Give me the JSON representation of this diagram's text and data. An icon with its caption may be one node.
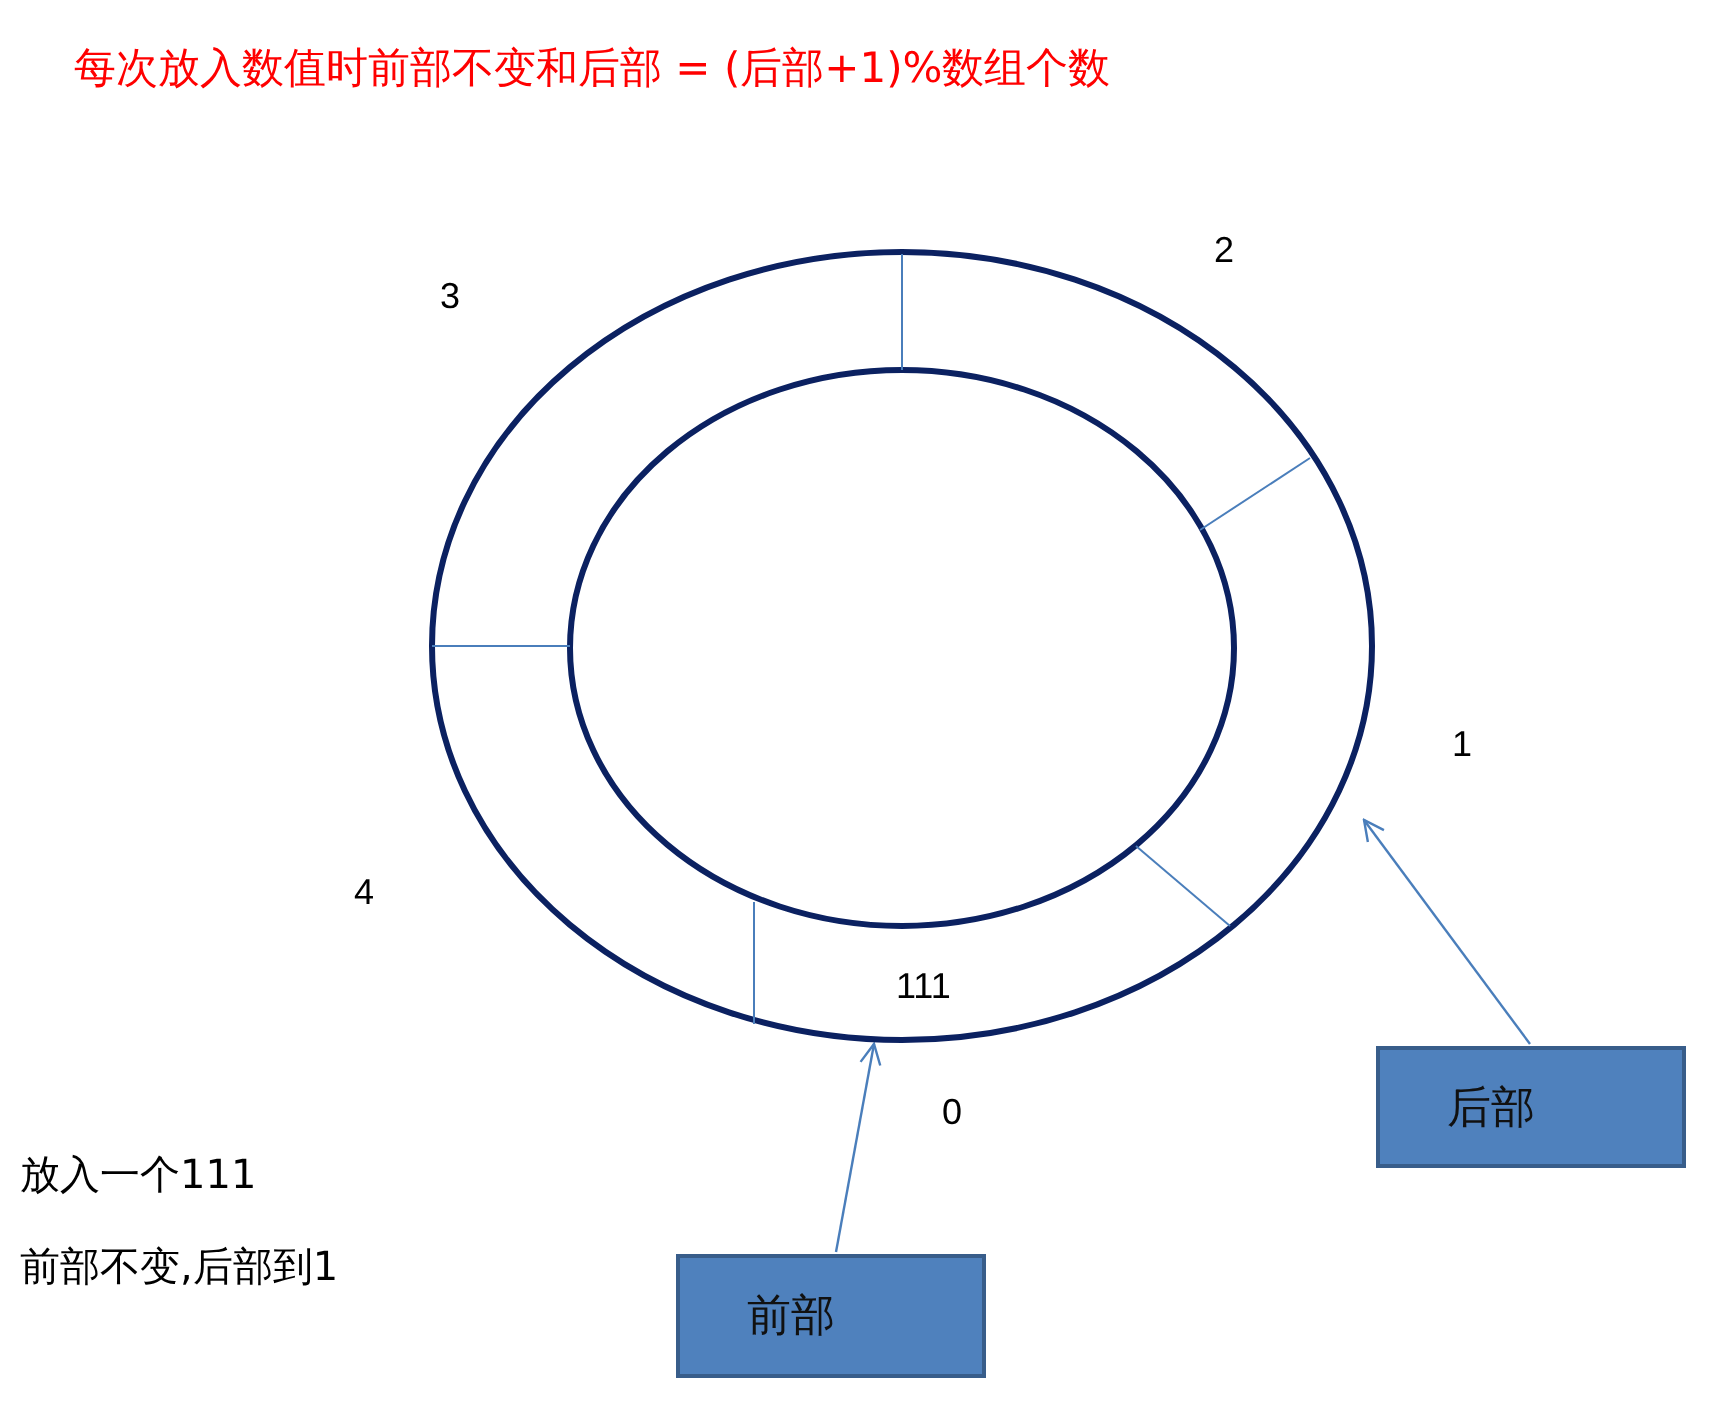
{
  "diagram": {
    "title": "每次放入数值时前部不变和后部 = (后部+1)%数组个数",
    "nodes": [
      {
        "text": [
          "前部"
        ]
      },
      {
        "text": [
          "后部"
        ]
      },
      {
        "text": [],
        "shape": "circle"
      }
    ],
    "edges": [
      {
        "from": 0,
        "to": 2,
        "arrow": "to"
      },
      {
        "from": 1,
        "to": 2,
        "arrow": "to"
      }
    ],
    "labels": [
      "2",
      "3",
      "1",
      "4",
      "111",
      "0",
      "放入一个111",
      "前部不变,后部到1"
    ]
  }
}
